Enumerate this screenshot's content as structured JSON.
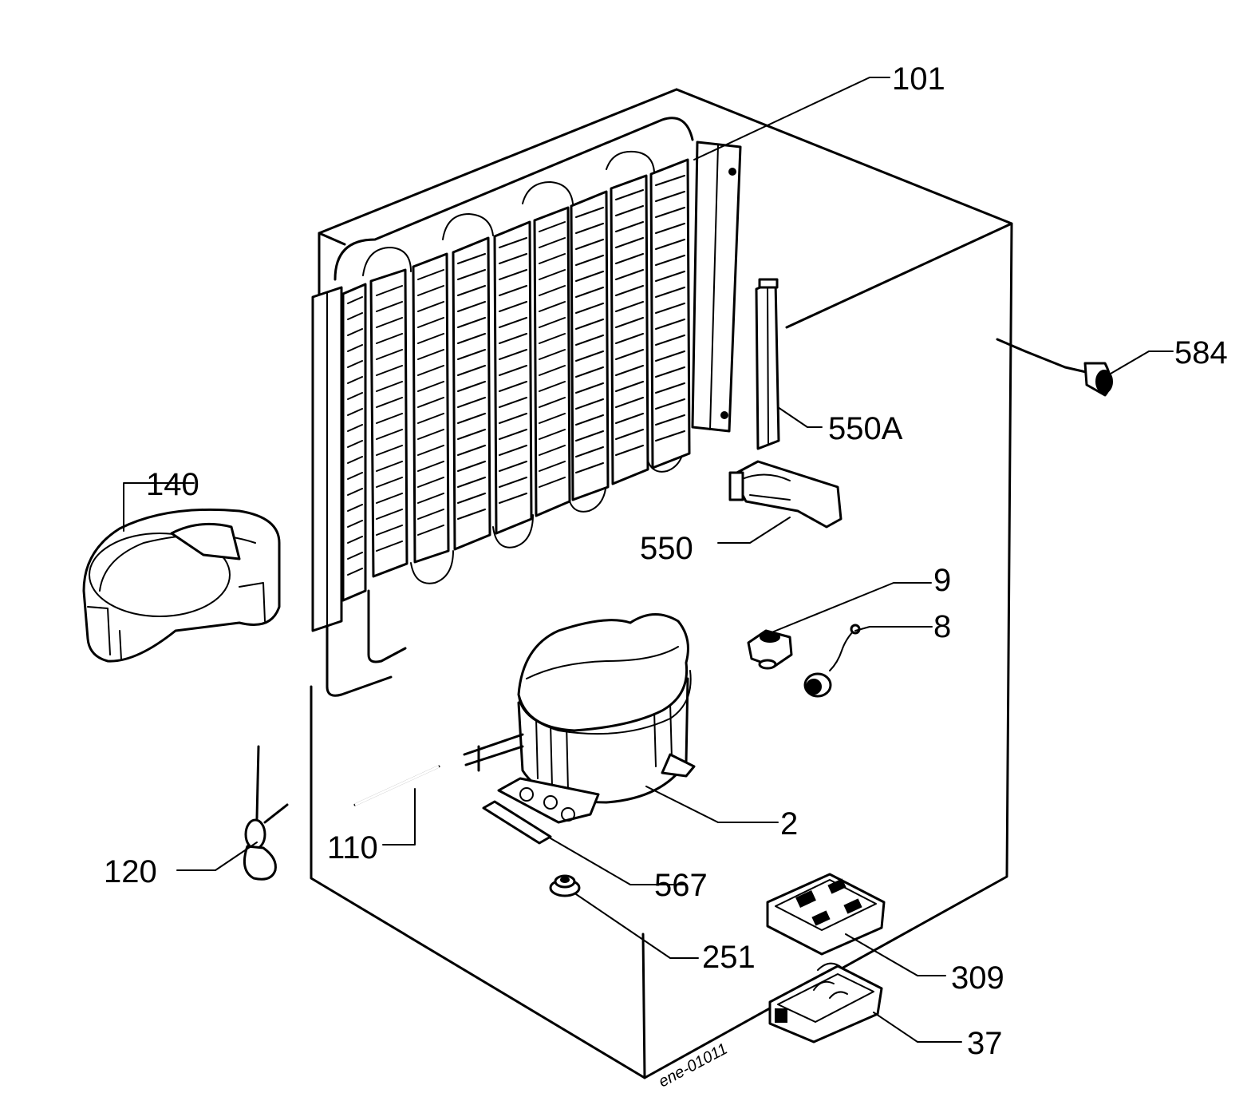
{
  "diagram": {
    "drawing_id": "ene-01011",
    "colors": {
      "line": "#000000",
      "background": "#ffffff"
    },
    "parts": [
      {
        "id": "condenser",
        "label": "101"
      },
      {
        "id": "drip-tray",
        "label": "140"
      },
      {
        "id": "filter-drier-clip",
        "label": "550A"
      },
      {
        "id": "filter-drier",
        "label": "550"
      },
      {
        "id": "start-relay-part",
        "label": "9"
      },
      {
        "id": "thermal-protector",
        "label": "8"
      },
      {
        "id": "compressor",
        "label": "2"
      },
      {
        "id": "suction-tube",
        "label": "110"
      },
      {
        "id": "service-valve",
        "label": "120"
      },
      {
        "id": "mounting-bracket",
        "label": "567"
      },
      {
        "id": "rubber-grommet",
        "label": "251"
      },
      {
        "id": "relay-cover",
        "label": "309"
      },
      {
        "id": "relay-box",
        "label": "37"
      },
      {
        "id": "thermostat-probe",
        "label": "584"
      }
    ]
  }
}
